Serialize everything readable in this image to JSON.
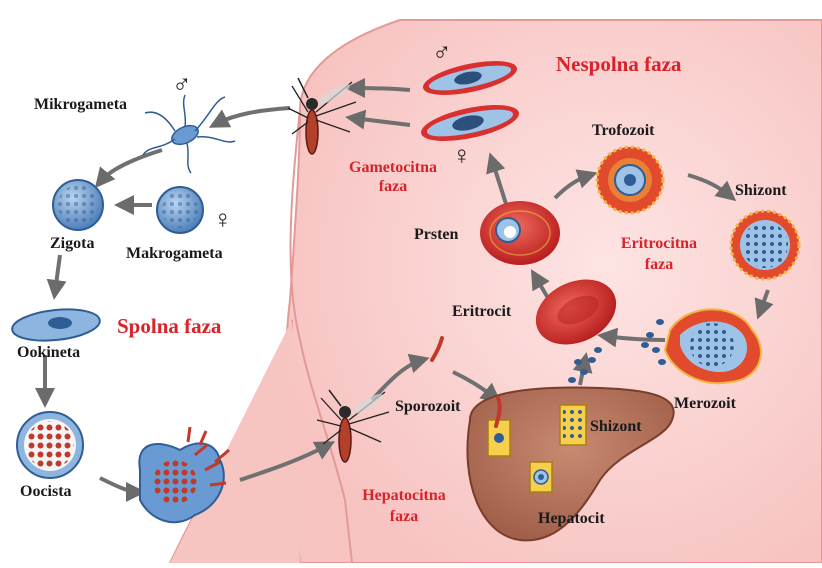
{
  "labels": {
    "nespolna_faza": "Nespolna faza",
    "spolna_faza": "Spolna faza",
    "gametocitna_faza_1": "Gametocitna",
    "gametocitna_faza_2": "faza",
    "eritrocitna_faza_1": "Eritrocitna",
    "eritrocitna_faza_2": "faza",
    "hepatocitna_faza_1": "Hepatocitna",
    "hepatocitna_faza_2": "faza",
    "mikrogameta": "Mikrogameta",
    "makrogameta": "Makrogameta",
    "zigota": "Zigota",
    "ookineta": "Ookineta",
    "oocista": "Oocista",
    "trofozoit": "Trofozoit",
    "shizont_blood": "Shizont",
    "prsten": "Prsten",
    "eritrocit": "Eritrocit",
    "merozoit": "Merozoit",
    "sporozoit": "Sporozoit",
    "shizont_liver": "Shizont",
    "hepatocit": "Hepatocit",
    "male_symbol": "♂",
    "female_symbol": "♀"
  },
  "colors": {
    "label_red": "#d8232a",
    "body_skin": "#f9c9c6",
    "body_outline": "#e39a96",
    "blood_bg": "#fbd9d8",
    "liver": "#b8735c",
    "cell_blue": "#5f8fc8",
    "rbc_red": "#d9302f",
    "arrow_gray": "#707070"
  }
}
